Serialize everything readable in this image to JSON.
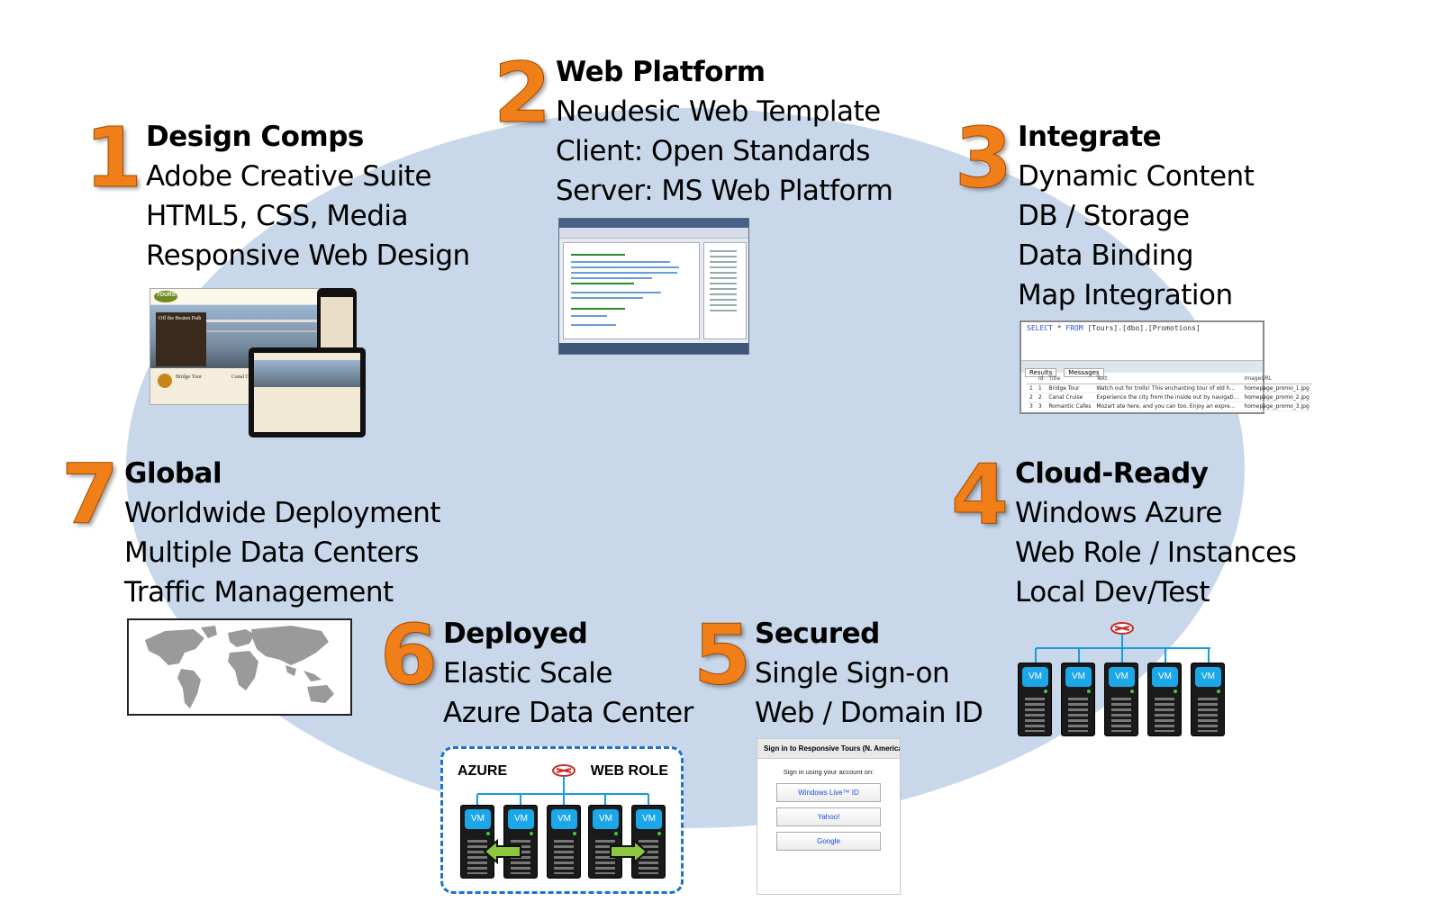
{
  "steps": [
    {
      "number": "1",
      "title": "Design Comps",
      "lines": [
        "Adobe Creative Suite",
        "HTML5, CSS, Media",
        "Responsive Web Design"
      ]
    },
    {
      "number": "2",
      "title": "Web Platform",
      "lines": [
        "Neudesic Web Template",
        "Client: Open Standards",
        "Server: MS Web Platform"
      ]
    },
    {
      "number": "3",
      "title": "Integrate",
      "lines": [
        "Dynamic Content",
        "DB / Storage",
        "Data Binding",
        "Map Integration"
      ]
    },
    {
      "number": "4",
      "title": "Cloud-Ready",
      "lines": [
        "Windows Azure",
        "Web Role / Instances",
        "Local Dev/Test"
      ]
    },
    {
      "number": "5",
      "title": "Secured",
      "lines": [
        "Single Sign-on",
        "Web / Domain ID"
      ]
    },
    {
      "number": "6",
      "title": "Deployed",
      "lines": [
        "Elastic Scale",
        "Azure Data Center"
      ]
    },
    {
      "number": "7",
      "title": "Global",
      "lines": [
        "Worldwide Deployment",
        "Multiple Data Centers",
        "Traffic Management"
      ]
    }
  ],
  "site_thumb": {
    "logo": "TOURS",
    "hero_text": "Off the Beaten Path",
    "card1": "Bridge Tour",
    "card2": "Canal Cr"
  },
  "sql": {
    "query_kw1": "SELECT",
    "query_mid": "*",
    "query_kw2": "FROM",
    "query_rest": "[Tours].[dbo].[Promotions]",
    "tabs": [
      "Results",
      "Messages"
    ],
    "columns": [
      "",
      "Id",
      "Title",
      "Text",
      "ImageURL"
    ],
    "rows": [
      [
        "1",
        "1",
        "Bridge Tour",
        "Watch out for trolls! This enchanting tour of old h...",
        "homepage_promo_1.jpg"
      ],
      [
        "2",
        "2",
        "Canal Cruise",
        "Experience the city from the inside out by navigati...",
        "homepage_promo_2.jpg"
      ],
      [
        "3",
        "3",
        "Romantic Cafes",
        "Mozart ate here, and you can too. Enjoy an expre...",
        "homepage_promo_3.jpg"
      ]
    ]
  },
  "vm_label": "VM",
  "azure_box": {
    "left_label": "AZURE",
    "right_label": "WEB ROLE"
  },
  "signin": {
    "title": "Sign in to Responsive Tours (N. America)",
    "prompt": "Sign in using your account on:",
    "providers": [
      "Windows Live™ ID",
      "Yahoo!",
      "Google"
    ]
  },
  "colors": {
    "accent_orange": "#f07f1a",
    "ellipse": "#c8d8ea",
    "vm_blue": "#1ca7e8",
    "link_blue": "#1a4ed8"
  }
}
